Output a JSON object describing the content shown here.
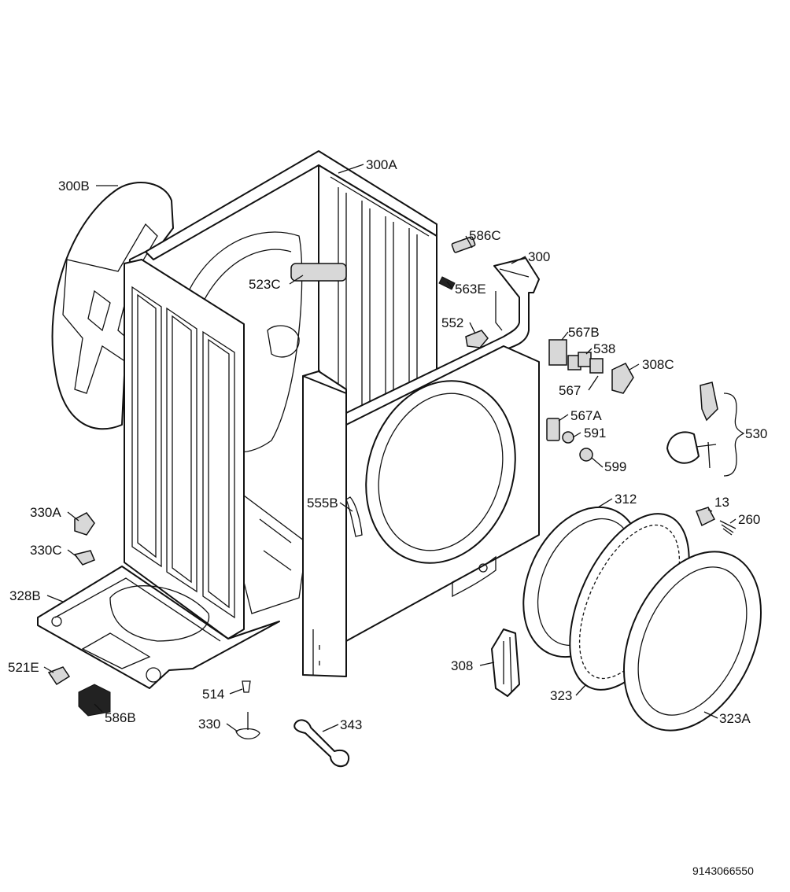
{
  "diagram": {
    "drawing_number": "9143066550",
    "parts": {
      "p300B": "300B",
      "p300A": "300A",
      "p586C": "586C",
      "p300": "300",
      "p523C": "523C",
      "p563E": "563E",
      "p552": "552",
      "p567B": "567B",
      "p538": "538",
      "p308C": "308C",
      "p567": "567",
      "p567A": "567A",
      "p591": "591",
      "p530": "530",
      "p599": "599",
      "p555B": "555B",
      "p312": "312",
      "p13": "13",
      "p260": "260",
      "p330A": "330A",
      "p330C": "330C",
      "p328B": "328B",
      "p521E": "521E",
      "p586B": "586B",
      "p514": "514",
      "p330": "330",
      "p343": "343",
      "p308": "308",
      "p323": "323",
      "p323A": "323A"
    }
  }
}
